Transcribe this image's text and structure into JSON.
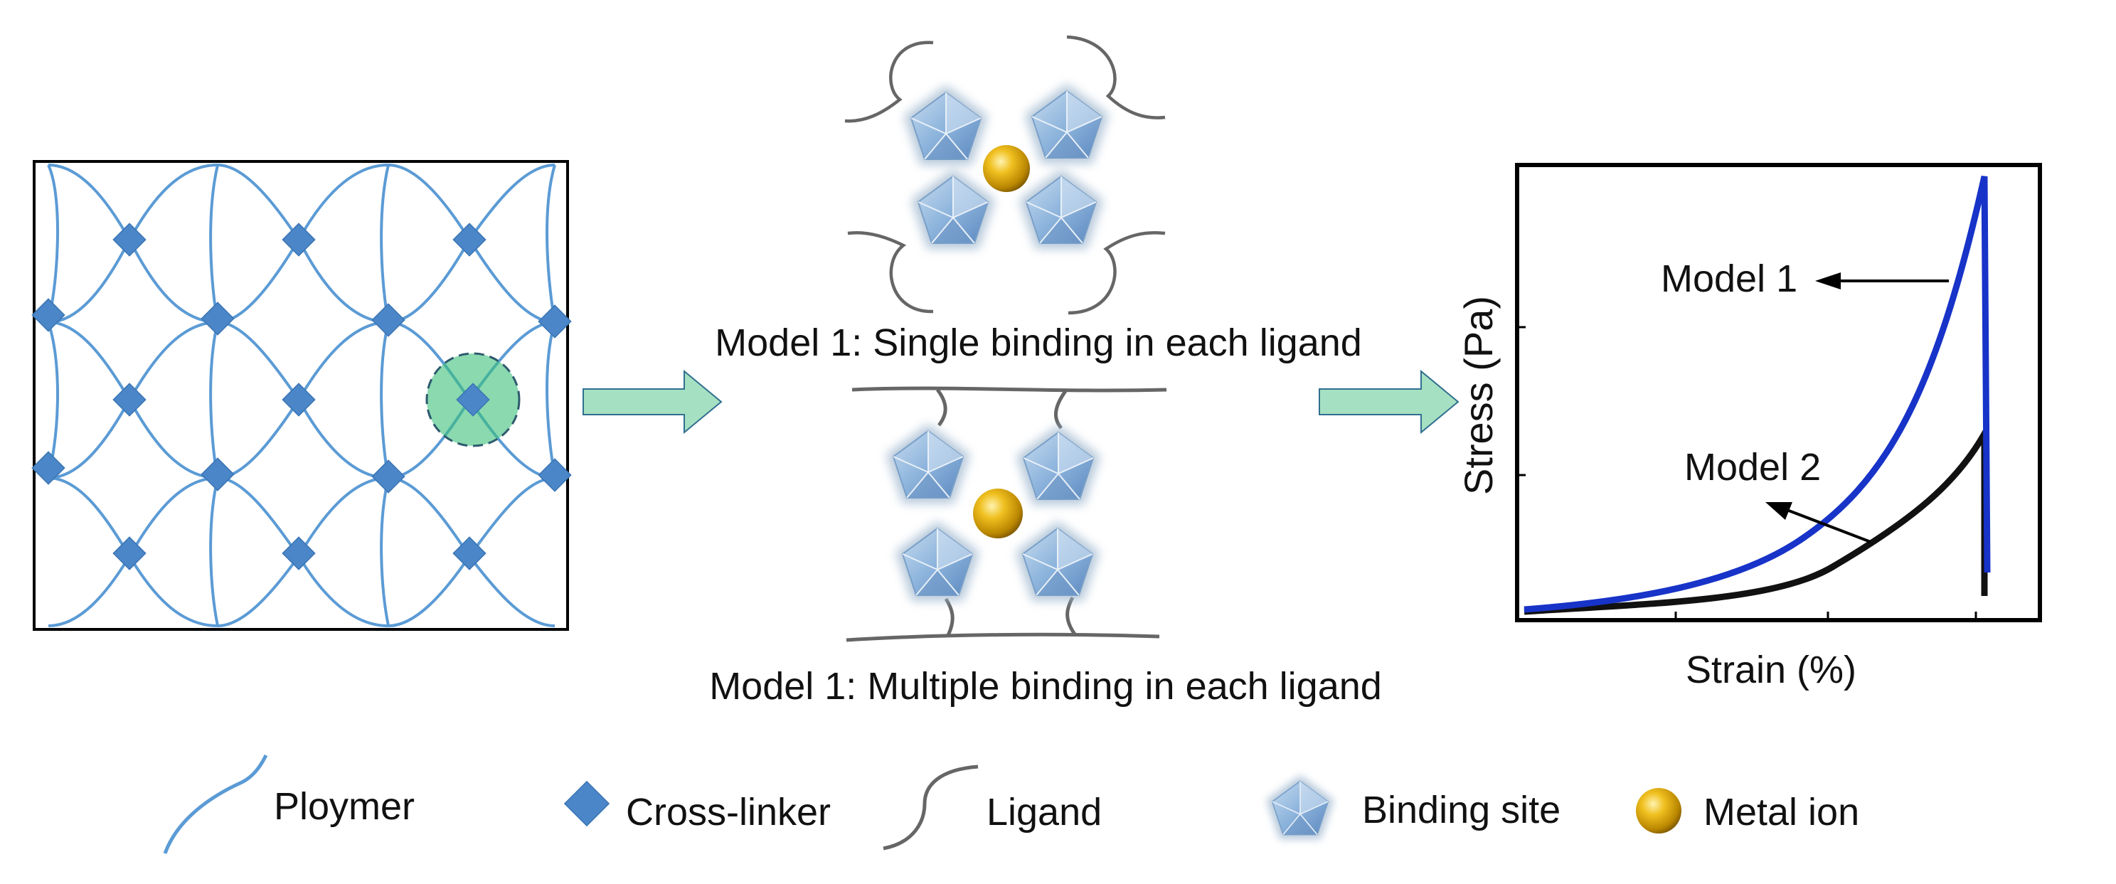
{
  "caption_single": "Model 1: Single binding in each ligand",
  "caption_multiple": "Model 1: Multiple binding in each ligand",
  "chart": {
    "ylabel": "Stress (Pa)",
    "xlabel": "Strain (%)",
    "annotation_model1": "Model 1",
    "annotation_model2": "Model 2"
  },
  "legend": {
    "polymer": "Ploymer",
    "crosslinker": "Cross-linker",
    "ligand": "Ligand",
    "binding_site": "Binding site",
    "metal_ion": "Metal ion"
  },
  "colors": {
    "polymer": "#5b9bd5",
    "crosslinker": "#4a86c8",
    "highlight": "#3cbf7a",
    "arrow_fill": "#a6e0c2",
    "ligand": "#666666",
    "metal": "#d9a40d",
    "binding_site": "#8ab0d8",
    "curve_model1": "#1733c8",
    "curve_model2": "#111111"
  },
  "icons": {
    "crosslinker": "diamond-icon",
    "binding_site": "pentagon-icon",
    "metal_ion": "sphere-icon"
  }
}
